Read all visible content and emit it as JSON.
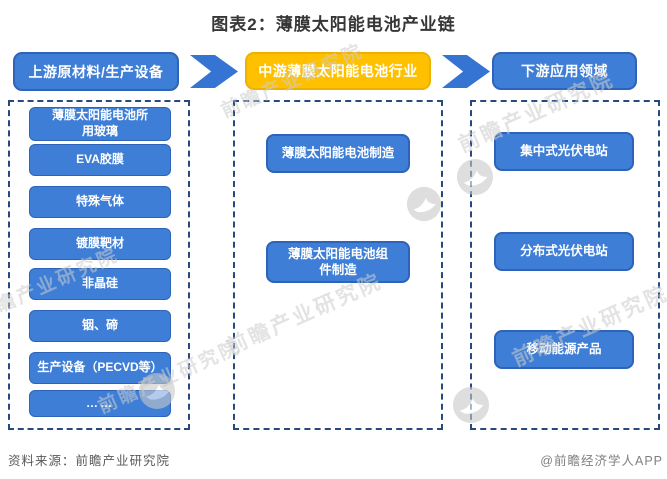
{
  "title": "图表2：薄膜太阳能电池产业链",
  "flow": {
    "stages": [
      {
        "label": "上游原材料/生产设备"
      },
      {
        "label": "中游薄膜太阳能电池行业"
      },
      {
        "label": "下游应用领域"
      }
    ]
  },
  "columns": {
    "upstream": [
      "薄膜太阳能电池所用玻璃",
      "EVA胶膜",
      "特殊气体",
      "镀膜靶材",
      "非晶硅",
      "铟、碲",
      "生产设备（PECVD等）",
      "……"
    ],
    "midstream": [
      "薄膜太阳能电池制造",
      "薄膜太阳能电池组件制造"
    ],
    "downstream": [
      "集中式光伏电站",
      "分布式光伏电站",
      "移动能源产品"
    ]
  },
  "watermark": {
    "text": "前瞻产业研究院"
  },
  "footer": {
    "source": "资料来源：前瞻产业研究院",
    "credit": "@前瞻经济学人APP"
  },
  "colors": {
    "primary_blue": "#3E7ED6",
    "box_border_blue": "#2D63B8",
    "accent_yellow": "#FFC000",
    "dashed_border": "#27497E",
    "watermark_gray": "#CDCDCD"
  }
}
